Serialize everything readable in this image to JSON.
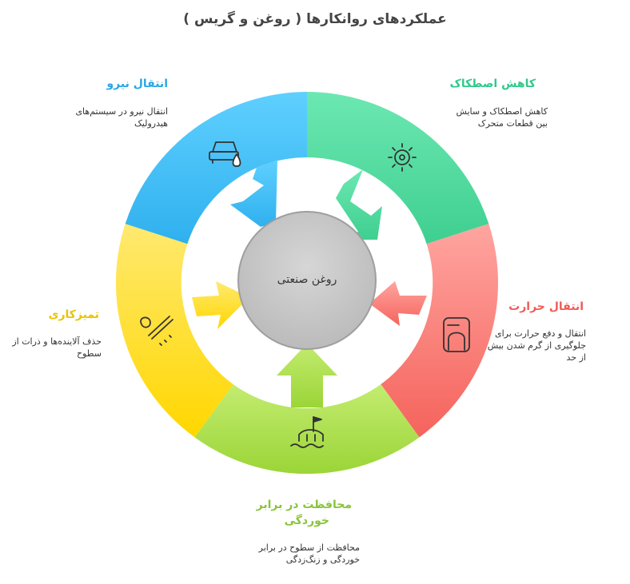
{
  "title": "عملکردهای روانکارها ( روغن و گریس )",
  "center": {
    "label": "روغن صنعتی"
  },
  "colors": {
    "hydraulic": "#3fb6f0",
    "friction": "#46d498",
    "heat": "#f5716b",
    "corrosion": "#a6dc45",
    "cleaning": "#ffdc28",
    "center": "#c2c2c2"
  },
  "segments": [
    {
      "key": "friction",
      "heading": "کاهش اصطکاک",
      "lines": [
        "کاهش اصطکاک و سایش",
        "بین قطعات متحرک"
      ],
      "icon": "gear-sun-icon"
    },
    {
      "key": "heat",
      "heading": "انتقال حرارت",
      "lines": [
        "انتقال و دفع حرارت برای",
        "جلوگیری از گرم شدن بیش",
        "از حد"
      ],
      "icon": "heater-icon"
    },
    {
      "key": "corrosion",
      "heading_lines": [
        "محافظت در برابر",
        "خوردگی"
      ],
      "lines": [
        "محافظت از سطوح در برابر",
        "خوردگی و زنگ‌زدگی"
      ],
      "icon": "ship-flag-icon"
    },
    {
      "key": "cleaning",
      "heading": "تمیزکاری",
      "lines": [
        "حذف آلاینده‌ها و ذرات از",
        "سطوح"
      ],
      "icon": "broom-icon"
    },
    {
      "key": "hydraulic",
      "heading": "انتقال نیرو",
      "lines": [
        "انتقال نیرو در سیستم‌های",
        "هیدرولیک"
      ],
      "icon": "car-drop-icon"
    }
  ]
}
